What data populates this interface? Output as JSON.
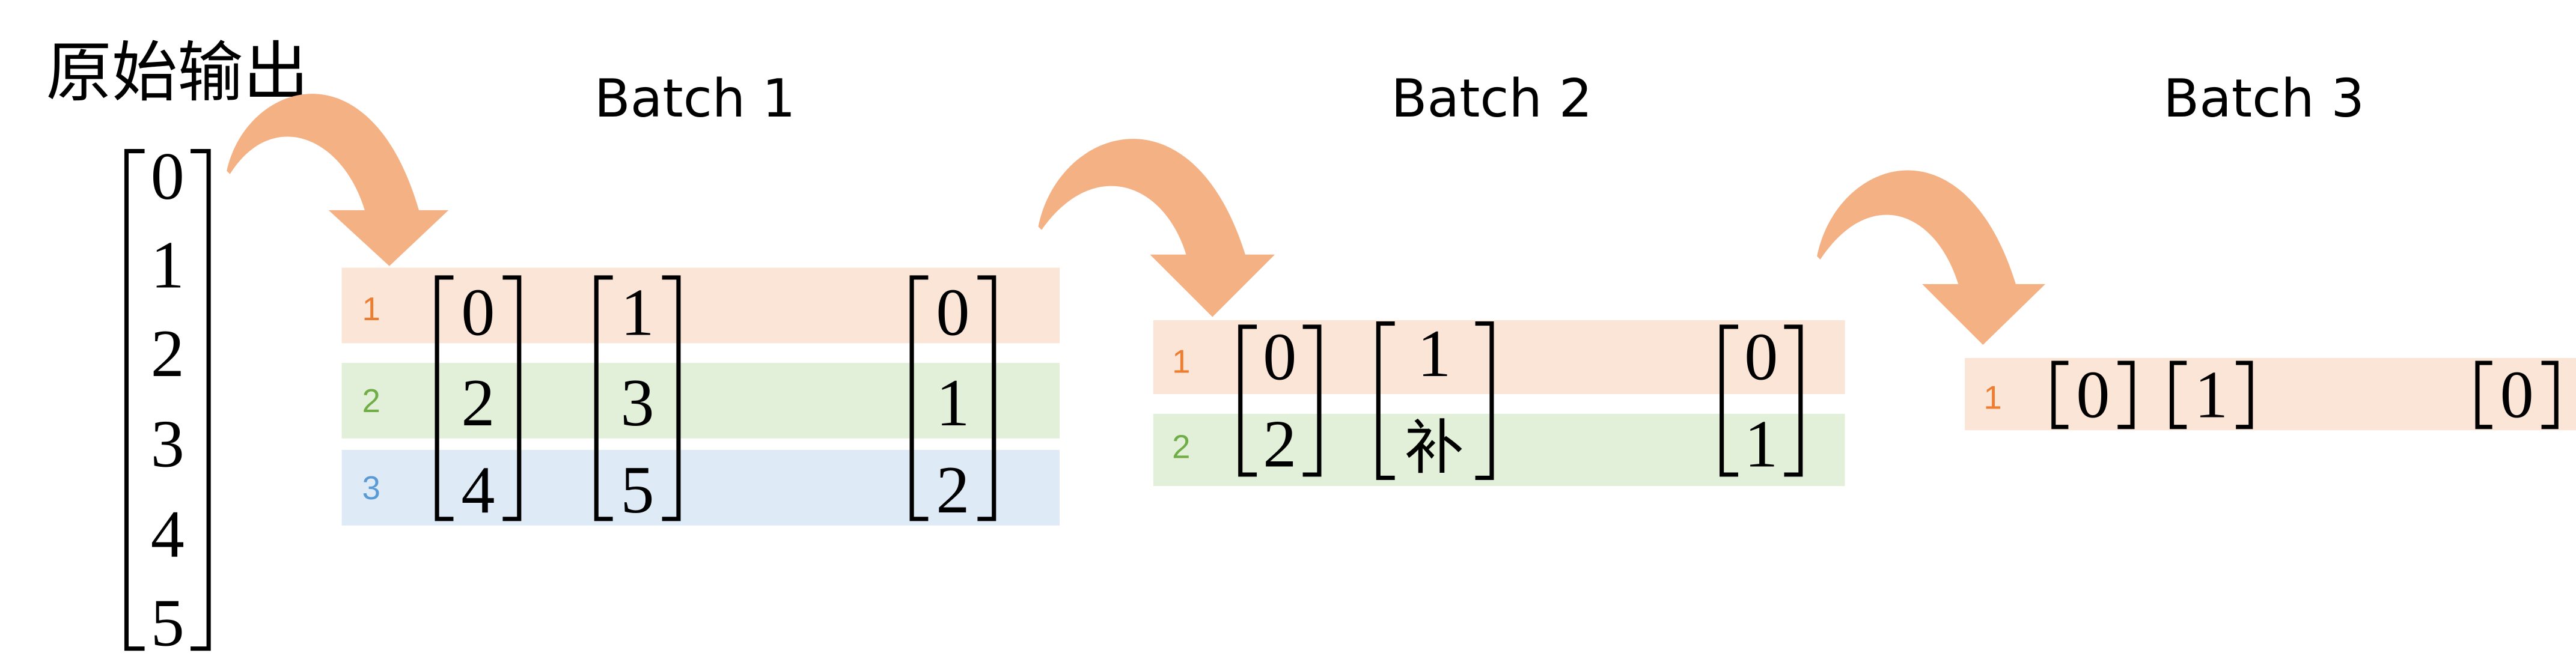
{
  "source": {
    "label": "原始输出",
    "values": [
      "0",
      "1",
      "2",
      "3",
      "4",
      "5"
    ]
  },
  "batches": [
    {
      "title": "Batch 1",
      "row_numbers": [
        "1",
        "2",
        "3"
      ],
      "matrices": [
        [
          "0",
          "2",
          "4"
        ],
        [
          "1",
          "3",
          "5"
        ],
        [
          "0",
          "1",
          "2"
        ]
      ]
    },
    {
      "title": "Batch 2",
      "row_numbers": [
        "1",
        "2"
      ],
      "matrices": [
        [
          "0",
          "2"
        ],
        [
          "1",
          "补"
        ],
        [
          "0",
          "1"
        ]
      ]
    },
    {
      "title": "Batch 3",
      "row_numbers": [
        "1"
      ],
      "matrices": [
        [
          "0"
        ],
        [
          "1"
        ],
        [
          "0"
        ]
      ]
    }
  ],
  "colors": {
    "arrow": "#F4B183",
    "row_1_band": "#FBE5D6",
    "row_2_band": "#E2F0D9",
    "row_3_band": "#DEEBF7",
    "row_1_text": "#ED7D31",
    "row_2_text": "#70AD47",
    "row_3_text": "#5B9BD5"
  }
}
